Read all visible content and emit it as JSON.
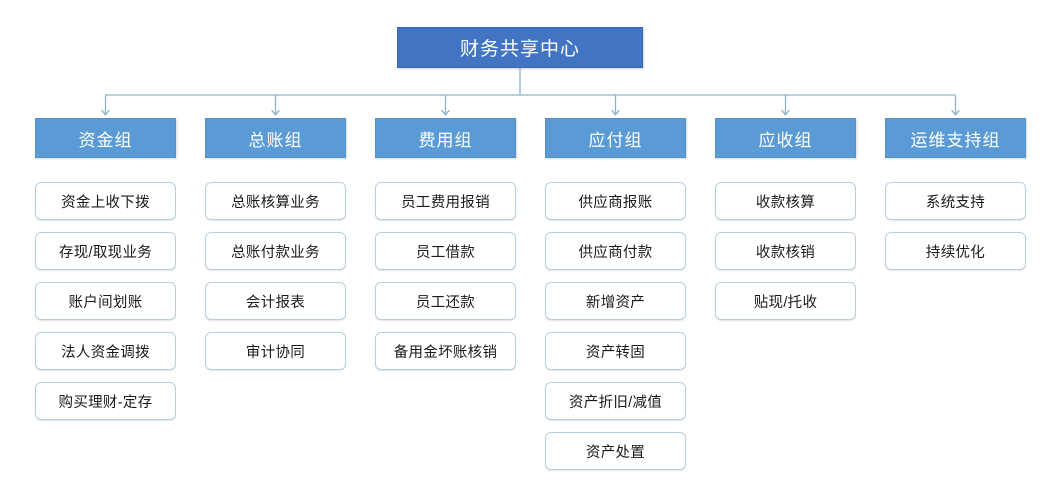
{
  "diagram": {
    "type": "org-chart",
    "root": {
      "label": "财务共享中心",
      "color": "#4274c4",
      "text_color": "#ffffff"
    },
    "header_color": "#5b9bd5",
    "leaf_border_color": "#b9cfdd",
    "connector_color": "#8fb3c9",
    "columns": [
      {
        "header": "资金组",
        "items": [
          "资金上收下拨",
          "存现/取现业务",
          "账户间划账",
          "法人资金调拨",
          "购买理财-定存"
        ]
      },
      {
        "header": "总账组",
        "items": [
          "总账核算业务",
          "总账付款业务",
          "会计报表",
          "审计协同"
        ]
      },
      {
        "header": "费用组",
        "items": [
          "员工费用报销",
          "员工借款",
          "员工还款",
          "备用金坏账核销"
        ]
      },
      {
        "header": "应付组",
        "items": [
          "供应商报账",
          "供应商付款",
          "新增资产",
          "资产转固",
          "资产折旧/减值",
          "资产处置"
        ]
      },
      {
        "header": "应收组",
        "items": [
          "收款核算",
          "收款核销",
          "贴现/托收"
        ]
      },
      {
        "header": "运维支持组",
        "items": [
          "系统支持",
          "持续优化"
        ]
      }
    ]
  }
}
